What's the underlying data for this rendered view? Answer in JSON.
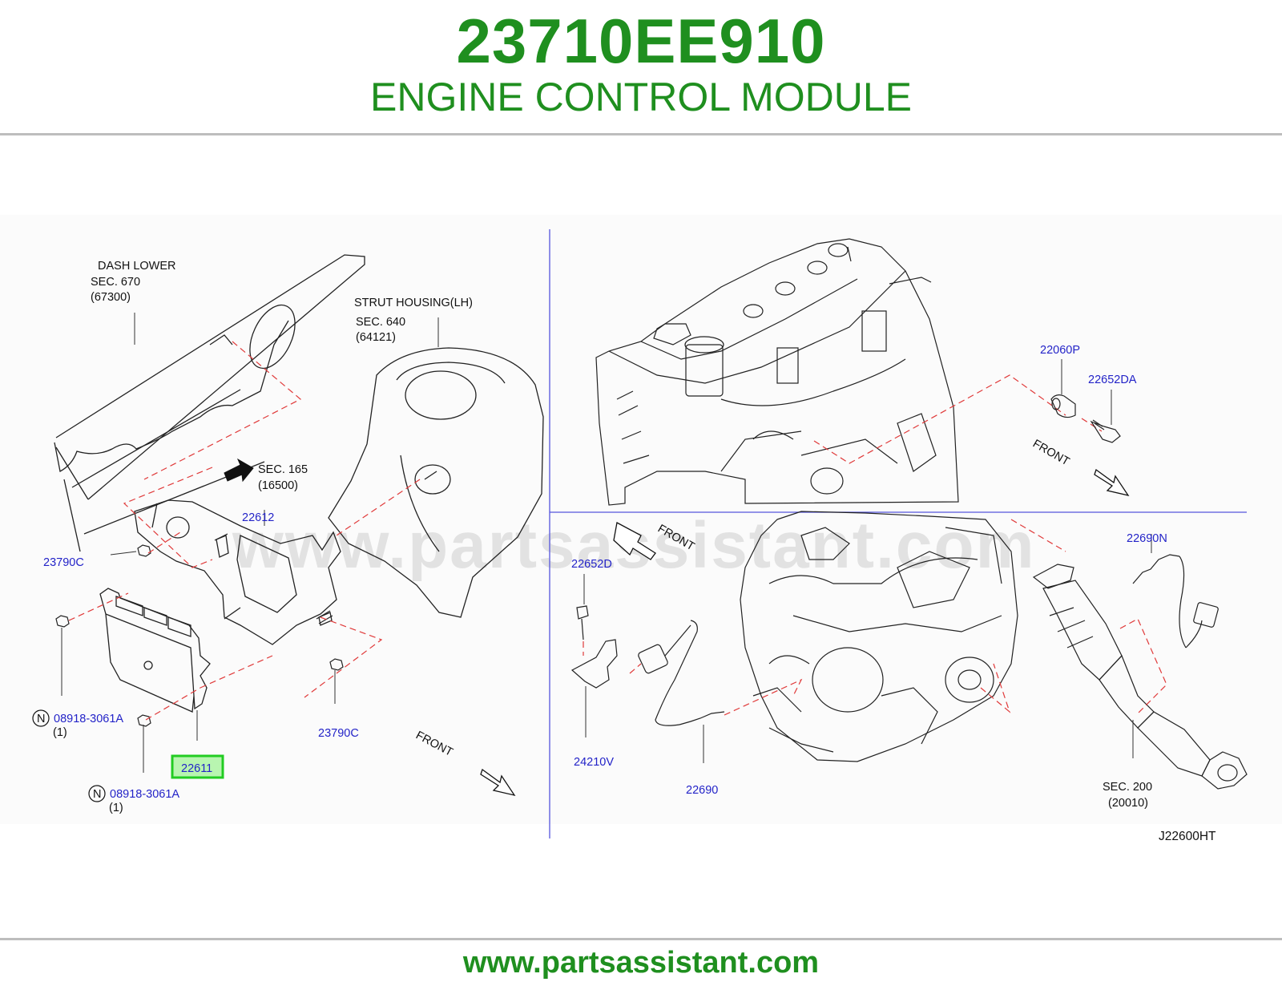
{
  "header": {
    "part_number": "23710EE910",
    "description": "ENGINE CONTROL MODULE"
  },
  "watermark": "www.partsassistant.com",
  "footer": {
    "url": "www.partsassistant.com"
  },
  "colors": {
    "brand_green": "#1f8f1f",
    "reference_blue": "#2323c8",
    "highlight": "#22cc22",
    "leader_red": "#e03a3a"
  },
  "left_panel": {
    "dash_lower": {
      "line1": "DASH   LOWER",
      "line2": "SEC.   670",
      "line3": "(67300)"
    },
    "strut_housing": {
      "line1": "STRUT   HOUSING(LH)",
      "line2": "SEC.   640",
      "line3": "(64121)"
    },
    "sec165": {
      "line1": "SEC.   165",
      "line2": "(16500)"
    },
    "refs": {
      "r22612": "22612",
      "r23790c_a": "23790C",
      "r23790c_b": "23790C",
      "r08918_a": "08918-3061A",
      "r08918_a_qty": "(1)",
      "r08918_b": "08918-3061A",
      "r08918_b_qty": "(1)",
      "r22611": "22611",
      "n_marker": "N"
    },
    "front": "FRONT"
  },
  "right_panel": {
    "refs": {
      "r22060p": "22060P",
      "r22652da": "22652DA",
      "r22652d": "22652D",
      "r24210v": "24210V",
      "r22690": "22690",
      "r22690n": "22690N"
    },
    "sec200": {
      "line1": "SEC.   200",
      "line2": "(20010)"
    },
    "front_upper": "FRONT",
    "front_lower": "FRONT",
    "drawing_code": "J22600HT"
  }
}
